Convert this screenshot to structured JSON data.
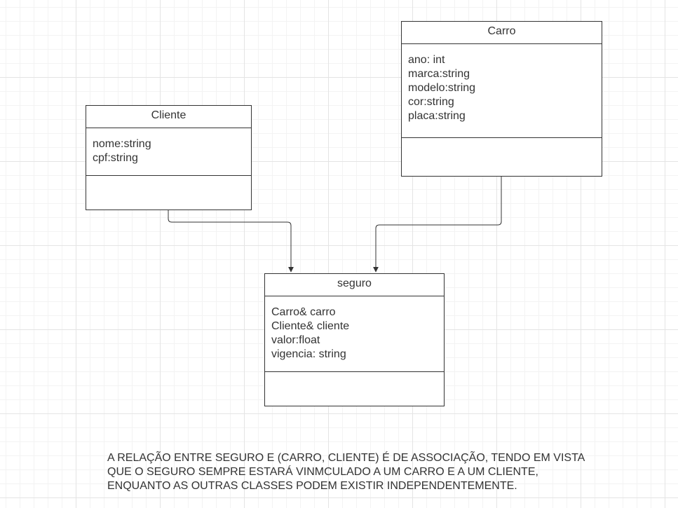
{
  "classes": {
    "cliente": {
      "name": "Cliente",
      "attributes": [
        "nome:string",
        "cpf:string"
      ]
    },
    "carro": {
      "name": "Carro",
      "attributes": [
        "ano: int",
        "marca:string",
        "modelo:string",
        "cor:string",
        "placa:string"
      ]
    },
    "seguro": {
      "name": "seguro",
      "attributes": [
        "Carro& carro",
        "Cliente& cliente",
        "valor:float",
        "vigencia: string"
      ]
    }
  },
  "note": {
    "lines": [
      "A RELAÇÃO ENTRE SEGURO E (CARRO, CLIENTE) É DE ASSOCIAÇÃO, TENDO EM VISTA",
      "QUE O SEGURO SEMPRE ESTARÁ VINMCULADO A UM CARRO E A UM CLIENTE,",
      "ENQUANTO AS OUTRAS CLASSES PODEM EXISTIR INDEPENDENTEMENTE."
    ]
  },
  "colors": {
    "line": "#333333",
    "grid": "#e4e4e4",
    "background": "#ffffff"
  }
}
